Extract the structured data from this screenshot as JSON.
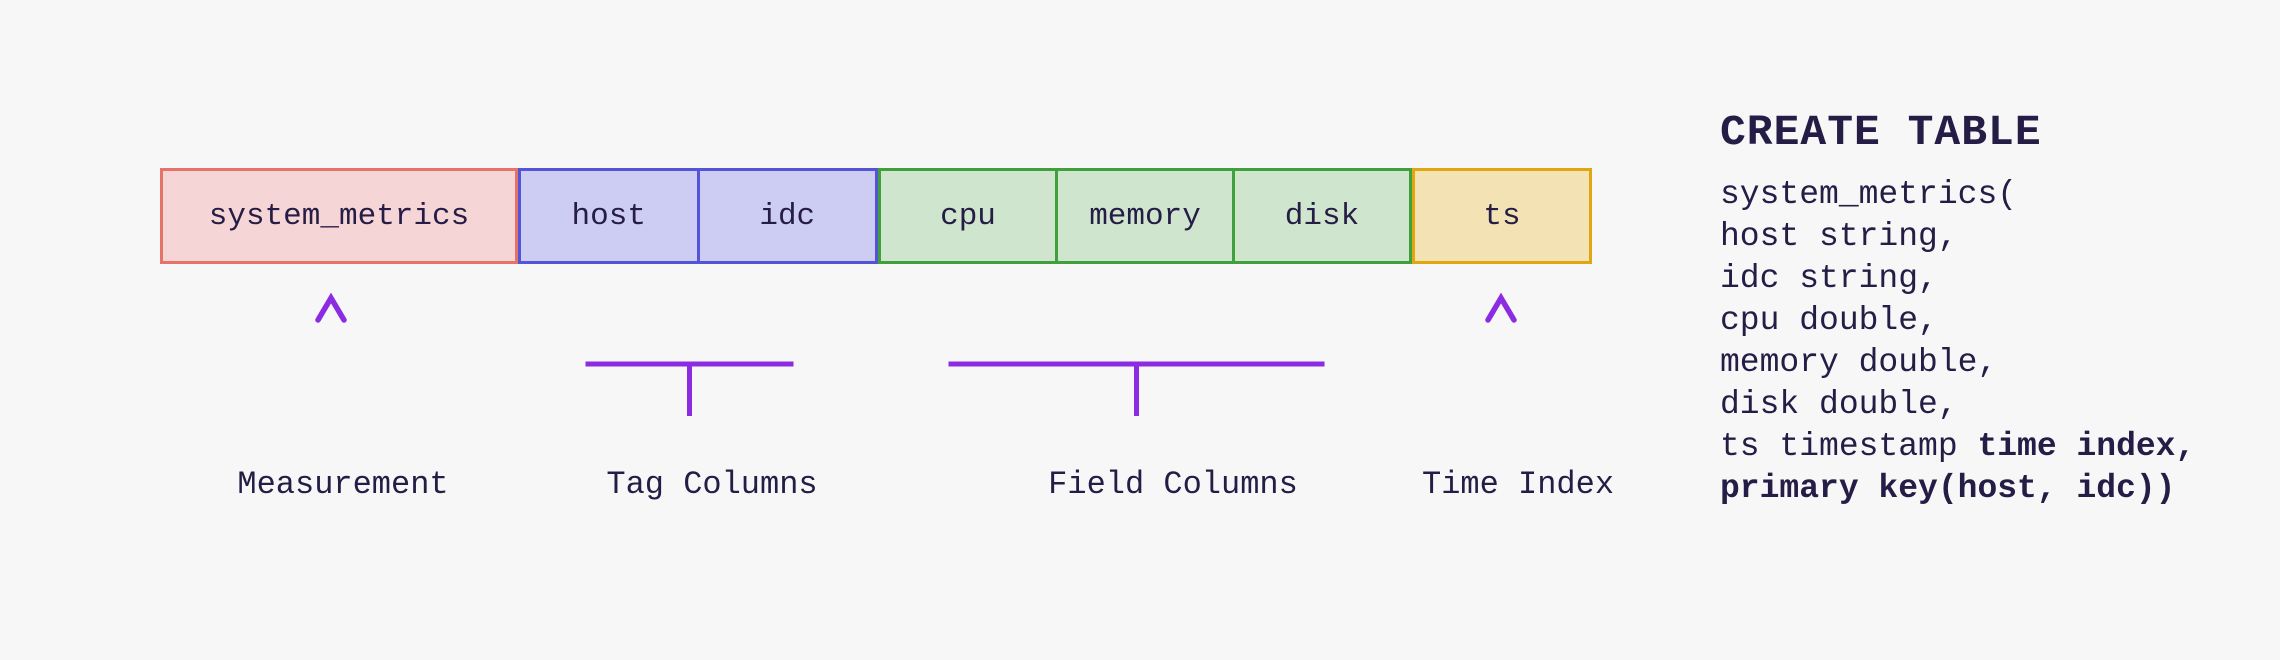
{
  "table": {
    "measurement": "system_metrics",
    "tag_columns": [
      "host",
      "idc"
    ],
    "field_columns": [
      "cpu",
      "memory",
      "disk"
    ],
    "time_column": "ts"
  },
  "annotations": {
    "measurement": "Measurement",
    "tags": "Tag Columns",
    "fields": "Field Columns",
    "time": "Time Index"
  },
  "sql": {
    "title": "CREATE TABLE",
    "lines": [
      [
        {
          "t": "system_metrics(",
          "b": false
        }
      ],
      [
        {
          "t": "host string,",
          "b": false
        }
      ],
      [
        {
          "t": "idc string,",
          "b": false
        }
      ],
      [
        {
          "t": "cpu double,",
          "b": false
        }
      ],
      [
        {
          "t": "memory double,",
          "b": false
        }
      ],
      [
        {
          "t": "disk double,",
          "b": false
        }
      ],
      [
        {
          "t": "ts timestamp ",
          "b": false
        },
        {
          "t": "time index,",
          "b": true
        }
      ],
      [
        {
          "t": "primary key(host, idc))",
          "b": true
        }
      ]
    ]
  },
  "colors": {
    "background": "#f7f7f8",
    "text": "#251d45",
    "annotation_purple": "#8b2be2",
    "measurement_bg": "#f6d5d6",
    "measurement_border": "#e57369",
    "tag_bg": "#cdcdf4",
    "tag_border": "#5553d6",
    "field_bg": "#cfe5cd",
    "field_border": "#3fa03c",
    "time_bg": "#f3e3b4",
    "time_border": "#e0a712"
  }
}
